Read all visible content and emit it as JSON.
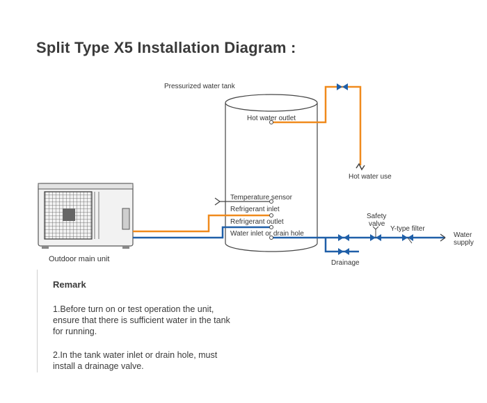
{
  "title": "Split Type X5 Installation Diagram :",
  "labels": {
    "tank": "Pressurized water tank",
    "hot_water_outlet": "Hot water outlet",
    "hot_water_use": "Hot water use",
    "temperature_sensor": "Temperature sensor",
    "refrigerant_inlet": "Refrigerant inlet",
    "refrigerant_outlet": "Refrigerant outlet",
    "water_inlet": "Water inlet or drain hole",
    "outdoor_unit": "Outdoor main unit",
    "safety_valve_line1": "Safety",
    "safety_valve_line2": "valve",
    "y_filter": "Y-type filter",
    "water_supply_line1": "Water",
    "water_supply_line2": "supply",
    "drainage": "Drainage"
  },
  "remark": {
    "title": "Remark",
    "items": [
      "1.Before turn on or test operation the unit, ensure that there is sufficient water in the tank for running.",
      "2.In the tank water inlet or drain hole, must install a drainage valve."
    ]
  },
  "colors": {
    "hot_pipe": "#f08a1c",
    "cold_pipe": "#1f5fa8",
    "outline": "#444444"
  }
}
